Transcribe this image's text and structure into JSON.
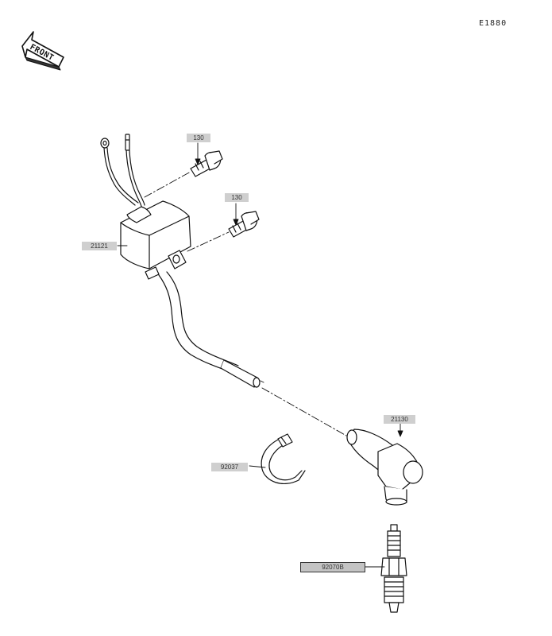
{
  "diagram_code": "E1880",
  "front_arrow": {
    "text": "FRONT"
  },
  "callouts": [
    {
      "part_number": "130"
    },
    {
      "part_number": "130"
    },
    {
      "part_number": "21121"
    },
    {
      "part_number": "21130"
    },
    {
      "part_number": "92037"
    },
    {
      "part_number": "92070B"
    }
  ],
  "icons": {
    "front_arrow": "front-direction-arrow-icon",
    "ignition_coil": "ignition-coil-icon",
    "bolt": "bolt-icon",
    "plug_cap": "spark-plug-cap-icon",
    "band": "cable-band-icon",
    "spark_plug": "spark-plug-icon"
  }
}
